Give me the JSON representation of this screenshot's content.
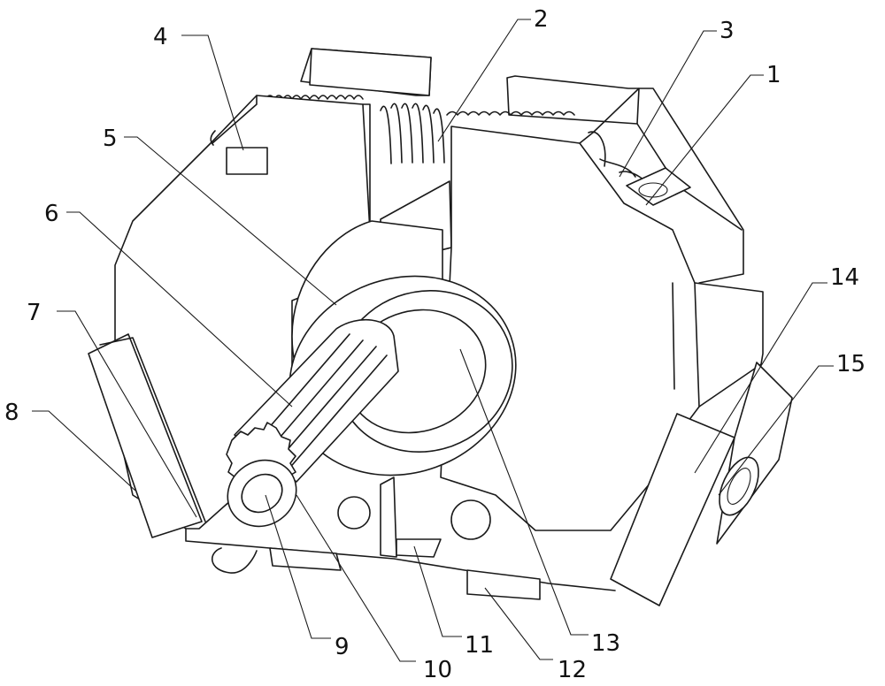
{
  "figure": {
    "type": "patent-line-drawing",
    "subject": "gear motor assembly",
    "line_color": "#1a1a1a",
    "background": "#ffffff"
  },
  "labels": {
    "n1": "1",
    "n2": "2",
    "n3": "3",
    "n4": "4",
    "n5": "5",
    "n6": "6",
    "n7": "7",
    "n8": "8",
    "n9": "9",
    "n10": "10",
    "n11": "11",
    "n12": "12",
    "n13": "13",
    "n14": "14",
    "n15": "15"
  }
}
